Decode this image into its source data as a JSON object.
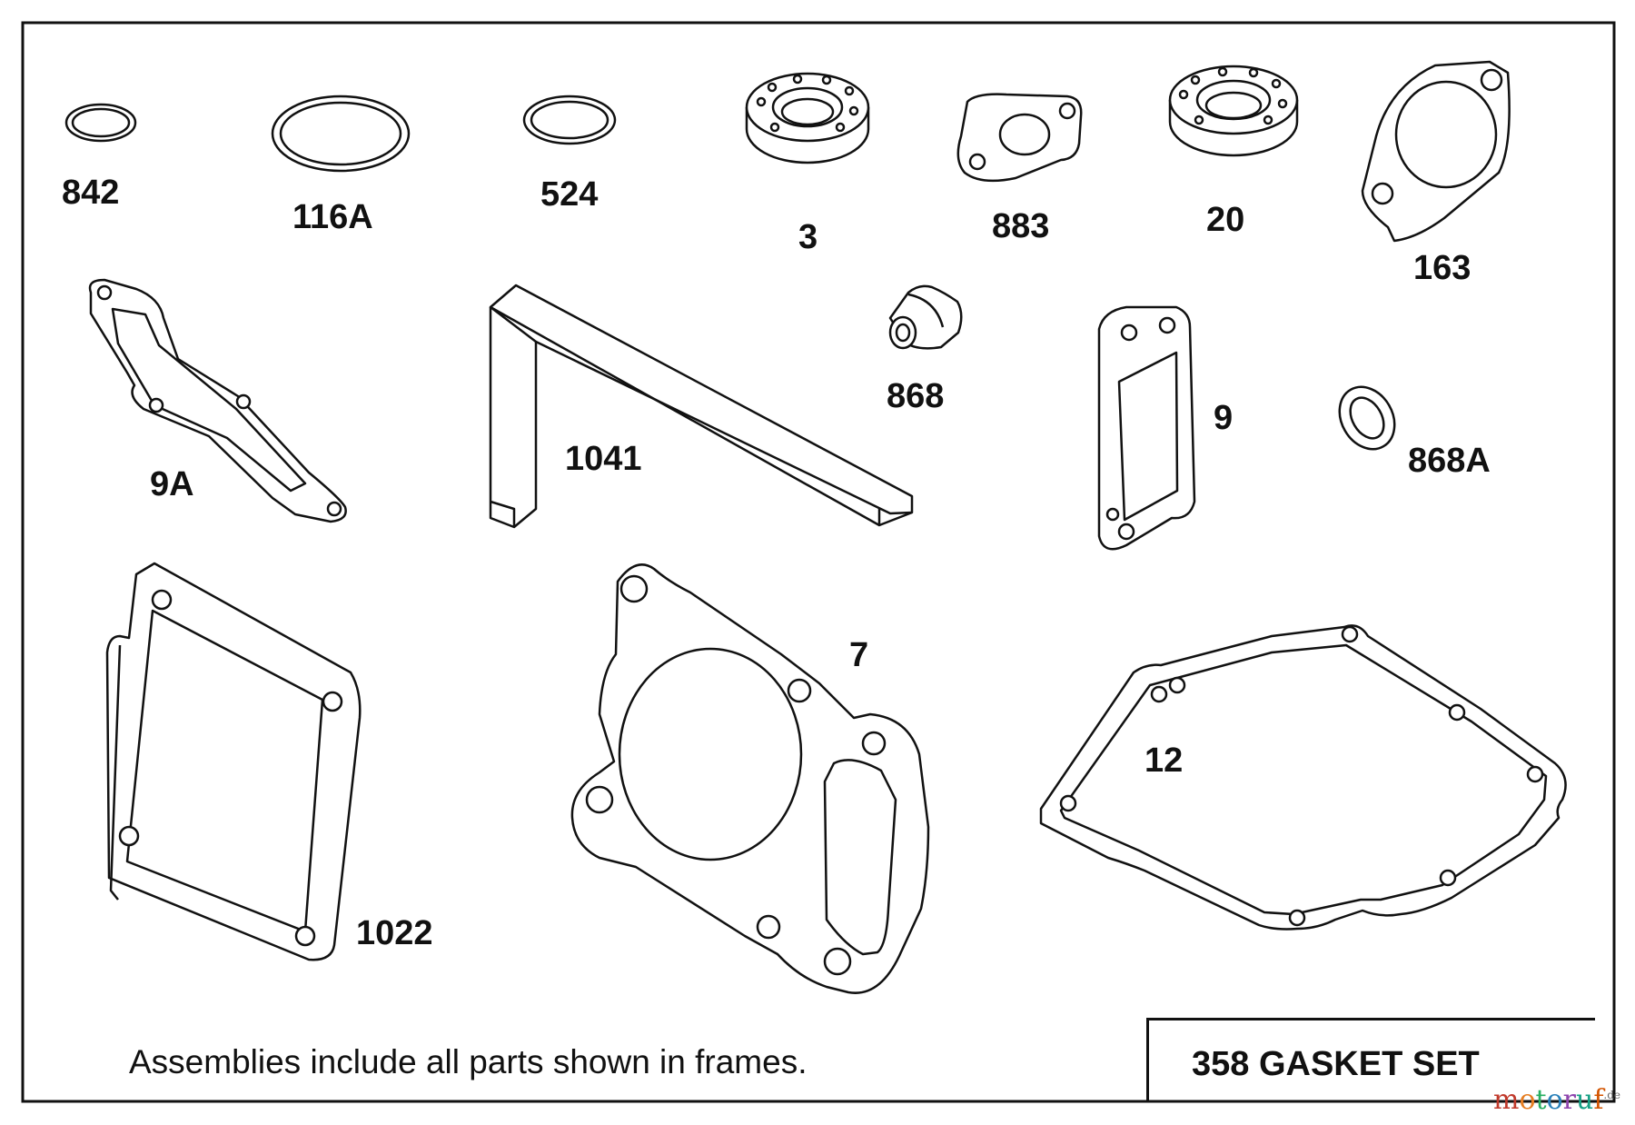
{
  "parts": [
    {
      "id": "842",
      "label": "842"
    },
    {
      "id": "116A",
      "label": "116A"
    },
    {
      "id": "524",
      "label": "524"
    },
    {
      "id": "3",
      "label": "3"
    },
    {
      "id": "883",
      "label": "883"
    },
    {
      "id": "20",
      "label": "20"
    },
    {
      "id": "163",
      "label": "163"
    },
    {
      "id": "9A",
      "label": "9A"
    },
    {
      "id": "1041",
      "label": "1041"
    },
    {
      "id": "868",
      "label": "868"
    },
    {
      "id": "9",
      "label": "9"
    },
    {
      "id": "868A",
      "label": "868A"
    },
    {
      "id": "7",
      "label": "7"
    },
    {
      "id": "12",
      "label": "12"
    },
    {
      "id": "1022",
      "label": "1022"
    }
  ],
  "footer": {
    "note": "Assemblies include all parts shown in frames.",
    "set_title": "358 GASKET SET"
  },
  "watermark": {
    "letters": [
      "m",
      "o",
      "t",
      "o",
      "r",
      "u",
      "f"
    ],
    "suffix": ".de"
  }
}
